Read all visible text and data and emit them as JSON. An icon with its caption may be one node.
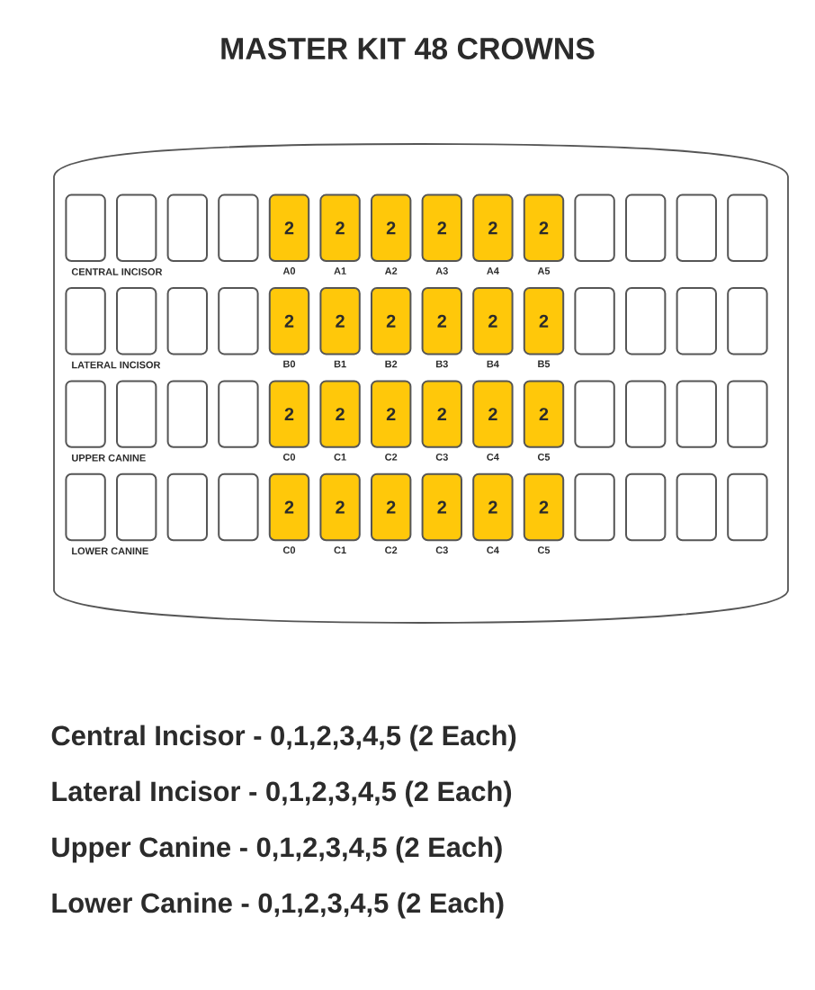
{
  "diagram": {
    "title": "MASTER KIT 48 CROWNS",
    "nodes": [
      {
        "text": [],
        "shape": "box"
      },
      {
        "text": [],
        "shape": "box",
        "in": 0
      },
      {
        "text": [],
        "shape": "box",
        "in": 0
      },
      {
        "text": [],
        "shape": "box",
        "in": 0
      },
      {
        "text": [],
        "shape": "box",
        "in": 0
      },
      {
        "text": [
          "2"
        ],
        "beside": [
          "A0"
        ],
        "in": 0
      },
      {
        "text": [
          "2"
        ],
        "beside": [
          "A1"
        ],
        "in": 0
      },
      {
        "text": [
          "2"
        ],
        "beside": [
          "A2"
        ],
        "in": 0
      },
      {
        "text": [
          "2"
        ],
        "beside": [
          "A3"
        ],
        "in": 0
      },
      {
        "text": [
          "2"
        ],
        "beside": [
          "A4"
        ],
        "in": 0
      },
      {
        "text": [
          "2"
        ],
        "beside": [
          "A5"
        ],
        "in": 0
      },
      {
        "text": [],
        "shape": "box",
        "in": 0
      },
      {
        "text": [],
        "shape": "box",
        "in": 0
      },
      {
        "text": [],
        "shape": "box",
        "in": 0
      },
      {
        "text": [],
        "shape": "box",
        "in": 0
      },
      {
        "text": [],
        "shape": "box",
        "in": 0
      },
      {
        "text": [],
        "shape": "box",
        "in": 0
      },
      {
        "text": [],
        "shape": "box",
        "in": 0
      },
      {
        "text": [],
        "shape": "box",
        "in": 0
      },
      {
        "text": [
          "2"
        ],
        "beside": [
          "B0"
        ],
        "in": 0
      },
      {
        "text": [
          "2"
        ],
        "beside": [
          "B1"
        ],
        "in": 0
      },
      {
        "text": [
          "2"
        ],
        "beside": [
          "B2"
        ],
        "in": 0
      },
      {
        "text": [
          "2"
        ],
        "beside": [
          "B3"
        ],
        "in": 0
      },
      {
        "text": [
          "2"
        ],
        "beside": [
          "B4"
        ],
        "in": 0
      },
      {
        "text": [
          "2"
        ],
        "beside": [
          "B5"
        ],
        "in": 0
      },
      {
        "text": [],
        "shape": "box",
        "in": 0
      },
      {
        "text": [],
        "shape": "box",
        "in": 0
      },
      {
        "text": [],
        "shape": "box",
        "in": 0
      },
      {
        "text": [],
        "shape": "box",
        "in": 0
      },
      {
        "text": [],
        "shape": "box",
        "in": 0
      },
      {
        "text": [],
        "shape": "box",
        "in": 0
      },
      {
        "text": [],
        "shape": "box",
        "in": 0
      },
      {
        "text": [],
        "shape": "box",
        "in": 0
      },
      {
        "text": [
          "2"
        ],
        "beside": [
          "C0"
        ],
        "in": 0
      },
      {
        "text": [
          "2"
        ],
        "beside": [
          "C1"
        ],
        "in": 0
      },
      {
        "text": [
          "2"
        ],
        "beside": [
          "C2"
        ],
        "in": 0
      },
      {
        "text": [
          "2"
        ],
        "beside": [
          "C3"
        ],
        "in": 0
      },
      {
        "text": [
          "2"
        ],
        "beside": [
          "C4"
        ],
        "in": 0
      },
      {
        "text": [
          "2"
        ],
        "beside": [
          "C5"
        ],
        "in": 0
      },
      {
        "text": [],
        "shape": "box",
        "in": 0
      },
      {
        "text": [],
        "shape": "box",
        "in": 0
      },
      {
        "text": [],
        "shape": "box",
        "in": 0
      },
      {
        "text": [],
        "shape": "box",
        "in": 0
      },
      {
        "text": [],
        "shape": "box",
        "in": 0
      },
      {
        "text": [],
        "shape": "box",
        "in": 0
      },
      {
        "text": [],
        "shape": "box",
        "in": 0
      },
      {
        "text": [],
        "shape": "box",
        "in": 0
      },
      {
        "text": [
          "2"
        ],
        "beside": [
          "C0"
        ],
        "in": 0
      },
      {
        "text": [
          "2"
        ],
        "beside": [
          "C1"
        ],
        "in": 0
      },
      {
        "text": [
          "2"
        ],
        "beside": [
          "C2"
        ],
        "in": 0
      },
      {
        "text": [
          "2"
        ],
        "beside": [
          "C3"
        ],
        "in": 0
      },
      {
        "text": [
          "2"
        ],
        "beside": [
          "C4"
        ],
        "in": 0
      },
      {
        "text": [
          "2"
        ],
        "beside": [
          "C5"
        ],
        "in": 0
      },
      {
        "text": [],
        "shape": "box",
        "in": 0
      },
      {
        "text": [],
        "shape": "box",
        "in": 0
      },
      {
        "text": [],
        "shape": "box",
        "in": 0
      },
      {
        "text": [],
        "shape": "box",
        "in": 0
      }
    ],
    "labels": [
      "CENTRAL INCISOR",
      "LATERAL INCISOR",
      "UPPER CANINE",
      "LOWER CANINE",
      "Central Incisor - 0,1,2,3,4,5 (2 Each)",
      "Lateral Incisor - 0,1,2,3,4,5 (2 Each)",
      "Upper Canine - 0,1,2,3,4,5 (2 Each)",
      "Lower Canine - 0,1,2,3,4,5 (2 Each)"
    ]
  }
}
